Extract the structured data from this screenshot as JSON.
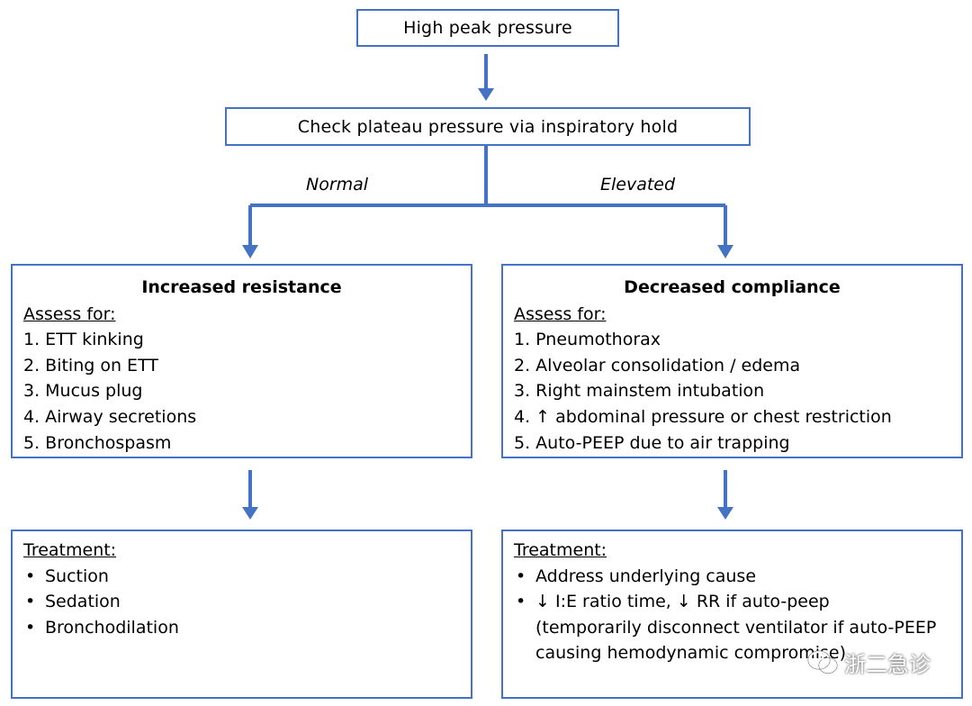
{
  "top_box": {
    "text": "High peak pressure"
  },
  "check_box": {
    "text": "Check plateau pressure via inspiratory hold"
  },
  "branch_labels": {
    "normal": "Normal",
    "elevated": "Elevated"
  },
  "left_panel": {
    "title": "Increased resistance",
    "assess_label": "Assess for:",
    "items": [
      "1. ETT kinking",
      "2. Biting on ETT",
      "3. Mucus plug",
      "4. Airway secretions",
      "5. Bronchospasm"
    ]
  },
  "right_panel": {
    "title": "Decreased compliance",
    "assess_label": "Assess for:",
    "items": [
      "1. Pneumothorax",
      "2. Alveolar consolidation / edema",
      "3. Right mainstem intubation",
      "4. ↑ abdominal pressure or chest restriction",
      "5. Auto-PEEP due to air trapping"
    ]
  },
  "left_treatment": {
    "label": "Treatment:",
    "items": [
      "Suction",
      "Sedation",
      "Bronchodilation"
    ]
  },
  "right_treatment": {
    "label": "Treatment:",
    "item1": "Address underlying cause",
    "item2_line1": "↓ I:E ratio time, ↓ RR if auto-peep",
    "item2_line2": "(temporarily disconnect ventilator if auto-PEEP",
    "item2_line3": "causing hemodynamic compromise)"
  },
  "watermark": {
    "text": "浙二急诊"
  },
  "colors": {
    "border": "#4472c4",
    "arrow": "#4472c4"
  },
  "icons": {
    "arrow": "arrow-down-icon",
    "watermark": "wechat-logo-icon"
  }
}
